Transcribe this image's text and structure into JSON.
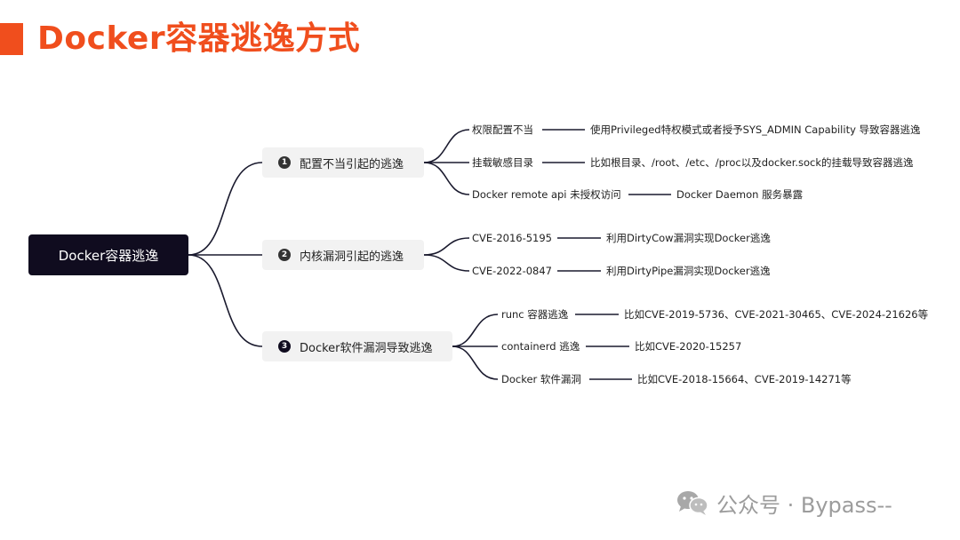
{
  "title": "Docker容器逃逸方式",
  "root": {
    "label": "Docker容器逃逸"
  },
  "branches": [
    {
      "num": "1",
      "label": "配置不当引起的逃逸",
      "items": [
        {
          "label": "权限配置不当",
          "detail": "使用Privileged特权模式或者授予SYS_ADMIN Capability 导致容器逃逸"
        },
        {
          "label": "挂载敏感目录",
          "detail": "比如根目录、/root、/etc、/proc以及docker.sock的挂载导致容器逃逸"
        },
        {
          "label": "Docker remote api 未授权访问",
          "detail": "Docker Daemon 服务暴露"
        }
      ]
    },
    {
      "num": "2",
      "label": "内核漏洞引起的逃逸",
      "items": [
        {
          "label": "CVE-2016-5195",
          "detail": "利用DirtyCow漏洞实现Docker逃逸"
        },
        {
          "label": "CVE-2022-0847",
          "detail": "利用DirtyPipe漏洞实现Docker逃逸"
        }
      ]
    },
    {
      "num": "3",
      "label": "Docker软件漏洞导致逃逸",
      "items": [
        {
          "label": "runc 容器逃逸",
          "detail": "比如CVE-2019-5736、CVE-2021-30465、CVE-2024-21626等"
        },
        {
          "label": "containerd 逃逸",
          "detail": "比如CVE-2020-15257"
        },
        {
          "label": "Docker 软件漏洞",
          "detail": "比如CVE-2018-15664、CVE-2019-14271等"
        }
      ]
    }
  ],
  "watermark": {
    "text": "公众号 · Bypass--",
    "icon": "wechat-icon"
  },
  "colors": {
    "accent": "#f04e1d",
    "root_bg": "#100c1f",
    "branch_bg": "#f2f2f2",
    "line": "#1a1a2e"
  }
}
